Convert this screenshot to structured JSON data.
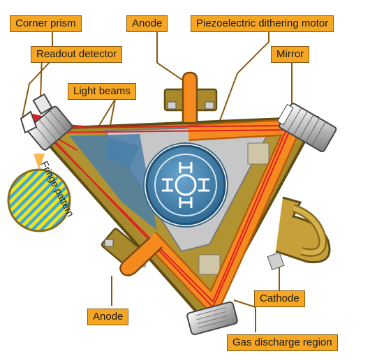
{
  "labels": {
    "corner_prism": "Corner prism",
    "readout_detector": "Readout detector",
    "light_beams": "Light beams",
    "anode_top": "Anode",
    "piezo_motor": "Piezoelectric dithering motor",
    "mirror": "Mirror",
    "cathode": "Cathode",
    "anode_bottom": "Anode",
    "gas_discharge": "Gas discharge region",
    "fringe_pattern": "Fringe pattern"
  },
  "colors": {
    "label_fill": "#f5a623",
    "block_body": "#a88a2c",
    "block_dark": "#6e5a1c",
    "cavity": "#c7c7c7",
    "gas_tube": "#f58a1f",
    "laser_beam": "#e02020",
    "motor_blue": "#3f7fa8",
    "fringe_blue": "#3aa8d8",
    "fringe_yellow": "#f2e21a"
  }
}
